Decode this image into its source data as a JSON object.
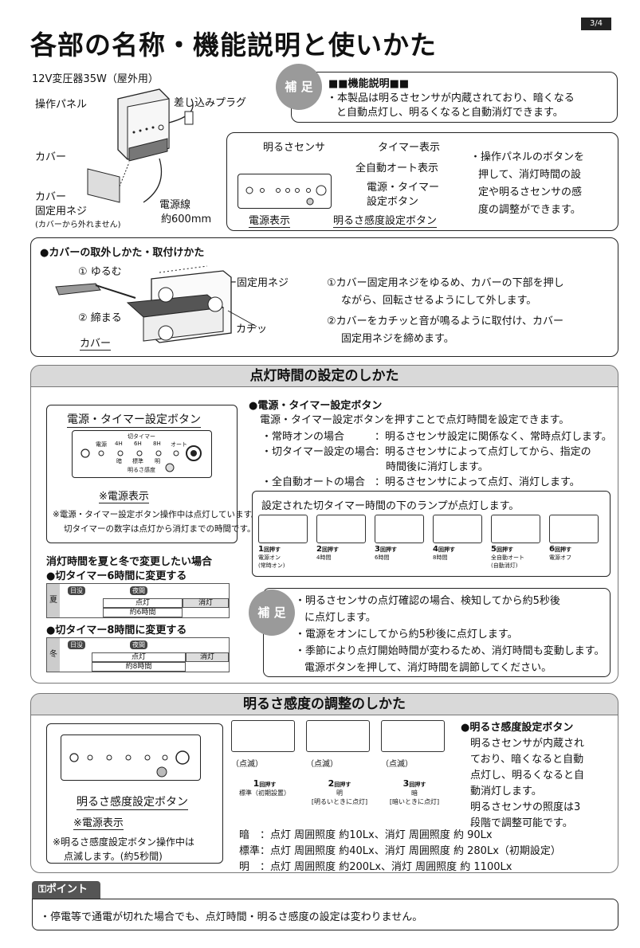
{
  "page_number": "3/4",
  "title": "各部の名称・機能説明と使いかた",
  "top": {
    "transformer": "12V変圧器35W（屋外用）",
    "operation_panel": "操作パネル",
    "plug": "差し込みプラグ",
    "cover": "カバー",
    "cover_screw_1": "カバー",
    "cover_screw_2": "固定用ネジ",
    "cover_note": "(カバーから外れません)",
    "cable_1": "電源線",
    "cable_2": "約600mm"
  },
  "supplement1": {
    "badge": "補 足",
    "heading": "■■機能説明■■",
    "line1": "・本製品は明るさセンサが内蔵されており、暗くなる",
    "line2": "と自動点灯し、明るくなると自動消灯できます。"
  },
  "panel_box": {
    "brightness_sensor": "明るさセンサ",
    "timer_display": "タイマー表示",
    "auto_display": "全自動オート表示",
    "power_timer_btn_1": "電源・タイマー",
    "power_timer_btn_2": "設定ボタン",
    "power_display": "電源表示",
    "sensitivity_btn": "明るさ感度設定ボタン",
    "desc1": "・操作パネルのボタンを",
    "desc2": "押して、消灯時間の設",
    "desc3": "定や明るさセンサの感",
    "desc4": "度の調整ができます。"
  },
  "cover_section": {
    "heading": "●カバーの取外しかた・取付けかた",
    "loosen": "① ゆるむ",
    "tighten": "② 締まる",
    "cover": "カバー",
    "cover_screw": "カバー固定用ネジ",
    "click": "カチッ",
    "step1a": "①カバー固定用ネジをゆるめ、カバーの下部を押し",
    "step1b": "ながら、回転させるようにして外します。",
    "step2a": "②カバーをカチッと音が鳴るように取付け、カバー",
    "step2b": "固定用ネジを締めます。"
  },
  "timer_section": {
    "title": "点灯時間の設定のしかた",
    "panel_label": "電源・タイマー設定ボタン",
    "power_note": "※電源表示",
    "note1": "※電源・タイマー設定ボタン操作中は点灯しています。",
    "note2": "切タイマーの数字は点灯から消灯までの時間です。",
    "panel_text": {
      "power": "電源",
      "off_timer": "切タイマー",
      "h4": "4H",
      "h6": "6H",
      "h8": "8H",
      "auto": "オート",
      "dark": "暗",
      "std": "標準",
      "bright": "明",
      "sens": "明るさ感度"
    },
    "btn_heading": "●電源・タイマー設定ボタン",
    "btn_desc": "電源・タイマー設定ボタンを押すことで点灯時間を設定できます。",
    "modes": [
      {
        "k": "・常時オンの場合",
        "v": "：明るさセンサ設定に関係なく、常時点灯します。"
      },
      {
        "k": "・切タイマー設定の場合",
        "v": "：明るさセンサによって点灯してから、指定の"
      },
      {
        "k": "",
        "v": "時間後に消灯します。"
      },
      {
        "k": "・全自動オートの場合",
        "v": "：明るさセンサによって点灯、消灯します。"
      }
    ],
    "lamp_box_title": "設定された切タイマー時間の下のランプが点灯します。",
    "steps": [
      {
        "n": "1",
        "press": "回押す",
        "label1": "電源オン",
        "label2": "(常時オン)"
      },
      {
        "n": "2",
        "press": "回押す",
        "label1": "4時間",
        "label2": ""
      },
      {
        "n": "3",
        "press": "回押す",
        "label1": "6時間",
        "label2": ""
      },
      {
        "n": "4",
        "press": "回押す",
        "label1": "8時間",
        "label2": ""
      },
      {
        "n": "5",
        "press": "回押す",
        "label1": "全自動オート",
        "label2": "(自動消灯)"
      },
      {
        "n": "6",
        "press": "回押す",
        "label1": "電源オフ",
        "label2": ""
      }
    ],
    "season_heading": "消灯時間を夏と冬で変更したい場合",
    "six_heading": "●切タイマー6時間に変更する",
    "eight_heading": "●切タイマー8時間に変更する",
    "summer": "夏",
    "winter": "冬",
    "sunset": "日没",
    "night": "夜間",
    "lit": "点灯",
    "off": "消灯",
    "approx6": "約6時間",
    "approx8": "約8時間",
    "sup_badge": "補 足",
    "sup": [
      "・明るさセンサの点灯確認の場合、検知してから約5秒後",
      "に点灯します。",
      "・電源をオンにしてから約5秒後に点灯します。",
      "・季節により点灯開始時間が変わるため、消灯時間も変動します。",
      "電源ボタンを押して、消灯時間を調節してください。"
    ]
  },
  "sens_section": {
    "title": "明るさ感度の調整のしかた",
    "btn_label": "明るさ感度設定ボタン",
    "power_note": "※電源表示",
    "note1": "※明るさ感度設定ボタン操作中は",
    "note2": "点滅します。(約5秒間)",
    "blink": "（点滅）",
    "steps": [
      {
        "n": "1",
        "press": "回押す",
        "label1": "標準（初期設置）",
        "label2": ""
      },
      {
        "n": "2",
        "press": "回押す",
        "label1": "明",
        "label2": "[明るいときに点灯]"
      },
      {
        "n": "3",
        "press": "回押す",
        "label1": "暗",
        "label2": "[暗いときに点灯]"
      }
    ],
    "desc": [
      "●明るさ感度設定ボタン",
      "明るさセンサが内蔵され",
      "ており、暗くなると自動",
      "点灯し、明るくなると自",
      "動消灯します。",
      "明るさセンサの照度は3",
      "段階で調整可能です。"
    ],
    "levels": [
      "暗　：点灯 周囲照度 約10Lx、消灯 周囲照度 約 90Lx",
      "標準：点灯 周囲照度 約40Lx、消灯 周囲照度 約 280Lx（初期設定）",
      "明　：点灯 周囲照度 約200Lx、消灯 周囲照度 約 1100Lx"
    ]
  },
  "point": {
    "badge": "ポイント",
    "text": "・停電等で通電が切れた場合でも、点灯時間・明るさ感度の設定は変わりません。"
  }
}
